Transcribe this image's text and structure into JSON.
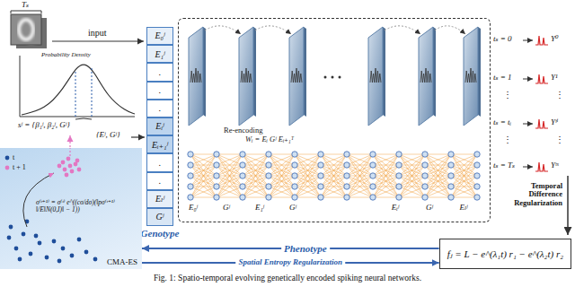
{
  "diagram": {
    "caption": "Fig. 1: Spatio-temporal evolving genetically encoded spiking neural networks.",
    "nodes": [
      {
        "text": [
          "Genotype"
        ]
      },
      {
        "text": [
          "E₀ʲ"
        ],
        "in": 0
      },
      {
        "text": [
          "E₁ʲ"
        ],
        "in": 0
      },
      {
        "text": [
          "."
        ],
        "in": 0
      },
      {
        "text": [
          "."
        ],
        "in": 0
      },
      {
        "text": [
          "."
        ],
        "in": 0
      },
      {
        "text": [
          "Eᵢʲ"
        ],
        "in": 0
      },
      {
        "text": [
          "Eᵢ₊₁ʲ"
        ],
        "in": 0
      },
      {
        "text": [
          "."
        ],
        "in": 0
      },
      {
        "text": [
          "."
        ],
        "in": 0
      },
      {
        "text": [
          "Eₗʲ"
        ],
        "in": 0
      },
      {
        "text": [
          "Gʲ"
        ],
        "in": 0
      },
      {
        "text": [
          "Re-encoding",
          "Wᵢ = Eᵢ Gʲ Eᵢ₊₁ᵀ"
        ]
      },
      {
        "text": [
          "CMA-ES"
        ]
      },
      {
        "text": [
          "fⱼ = L − e^(λ₁t) r₁ − e^(λ₂t) r₂"
        ]
      }
    ],
    "edges": [
      {
        "from": 14,
        "to": 13,
        "label": "Phenotype",
        "arrow": "to"
      },
      {
        "from": 13,
        "to": 14,
        "label": "Spatial Entropy Regularization",
        "arrow": "to"
      }
    ],
    "labels": [
      "Tₛ",
      "input",
      "Probability Density",
      "sʲ = {β₁ʲ, β₂ʲ, Gʲ}",
      "{Eʲ, Gʲ}",
      "t",
      "t + 1",
      "σ⁽ᵗ⁺¹⁾ = σ⁽ᵗ⁾ e^((cσ/dσ)(‖pσ⁽ᵗ⁺¹⁾‖/E‖N(0,I)‖ − 1))",
      "E₀ʲ",
      "Gʲ",
      "E₁ʲ",
      "Gʲ",
      "Eᵢʲ",
      "Gʲ",
      "Eₗʲ",
      "tₛ = 0",
      "Y⁰",
      "tₛ = 1",
      "Y¹",
      "⋮",
      "⋮",
      "tₛ = tᵢ",
      "Yᵗⁱ",
      "⋮",
      "⋮",
      "tₛ = Tₛ",
      "Yᵗˢ",
      "Temporal Difference Regularization"
    ]
  }
}
